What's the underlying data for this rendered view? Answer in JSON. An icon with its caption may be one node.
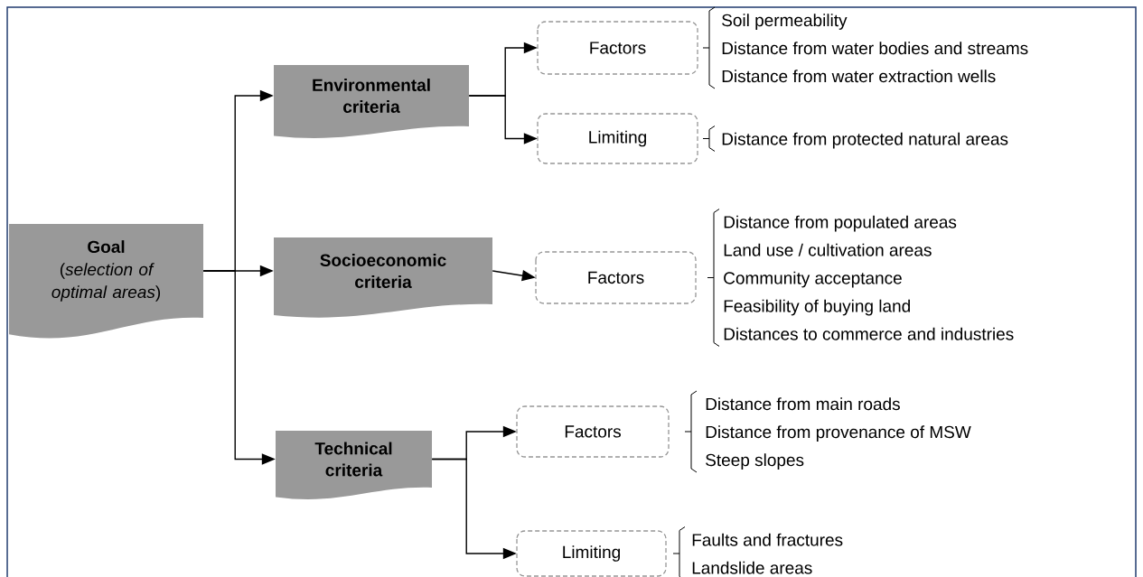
{
  "diagram": {
    "nodes": [
      {
        "text": [
          "Goal",
          "(*selection of optimal areas*)"
        ]
      },
      {
        "text": [
          "Environmental criteria"
        ]
      },
      {
        "text": [
          "Socioeconomic criteria"
        ]
      },
      {
        "text": [
          "Technical criteria"
        ]
      },
      {
        "text": [
          "Factors"
        ],
        "beside": [
          "Soil permeability",
          "Distance from water bodies and streams",
          "Distance from water extraction wells"
        ]
      },
      {
        "text": [
          "Limiting"
        ],
        "beside": [
          "Distance from protected natural areas"
        ]
      },
      {
        "text": [
          "Factors"
        ],
        "beside": [
          "Distance from populated areas",
          "Land use / cultivation areas",
          "Community acceptance",
          "Feasibility of buying land",
          "Distances to commerce and industries"
        ]
      },
      {
        "text": [
          "Factors"
        ],
        "beside": [
          "Distance from main roads",
          "Distance from provenance of MSW",
          "Steep slopes"
        ]
      },
      {
        "text": [
          "Limiting"
        ],
        "beside": [
          "Faults and fractures",
          "Landslide areas"
        ]
      }
    ],
    "edges": [
      {
        "from": 0,
        "to": 1,
        "arrow": "to"
      },
      {
        "from": 0,
        "to": 2,
        "arrow": "to"
      },
      {
        "from": 0,
        "to": 3,
        "arrow": "to"
      },
      {
        "from": 1,
        "to": 4,
        "arrow": "to"
      },
      {
        "from": 1,
        "to": 5,
        "arrow": "to"
      },
      {
        "from": 2,
        "to": 6,
        "arrow": "to"
      },
      {
        "from": 3,
        "to": 7,
        "arrow": "to"
      },
      {
        "from": 3,
        "to": 8,
        "arrow": "to"
      }
    ]
  }
}
